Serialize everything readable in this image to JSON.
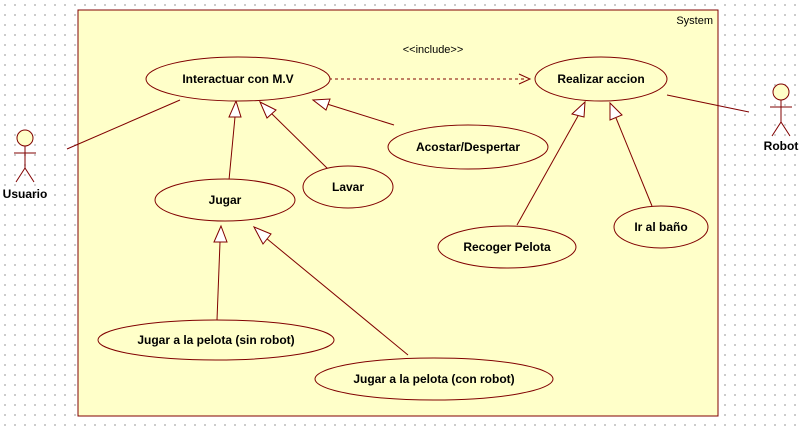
{
  "system": {
    "label": "System"
  },
  "stereotype": {
    "label": "<<include>>"
  },
  "actors": {
    "usuario": {
      "label": "Usuario"
    },
    "robot": {
      "label": "Robot"
    }
  },
  "use_cases": {
    "interactuar": "Interactuar con M.V",
    "realizar": "Realizar accion",
    "acostar": "Acostar/Despertar",
    "lavar": "Lavar",
    "jugar": "Jugar",
    "recoger": "Recoger Pelota",
    "ir_bano": "Ir al baño",
    "jugar_sin": "Jugar a la pelota (sin robot)",
    "jugar_con": "Jugar a la pelota (con robot)"
  },
  "colors": {
    "system_fill": "#ffffc9",
    "line": "#800000",
    "include_line": "#800000",
    "border": "#800000"
  }
}
